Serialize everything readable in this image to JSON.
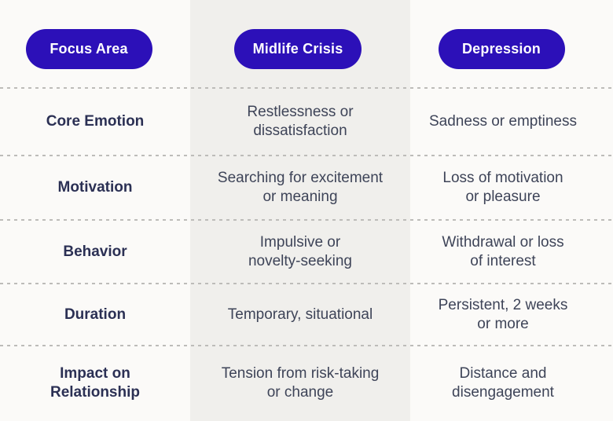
{
  "headers": {
    "focus_area": "Focus Area",
    "midlife_crisis": "Midlife Crisis",
    "depression": "Depression"
  },
  "rows": [
    {
      "label": "Core Emotion",
      "midlife_crisis": "Restlessness or\ndissatisfaction",
      "depression": "Sadness or emptiness"
    },
    {
      "label": "Motivation",
      "midlife_crisis": "Searching for excitement\nor meaning",
      "depression": "Loss of motivation\nor pleasure"
    },
    {
      "label": "Behavior",
      "midlife_crisis": "Impulsive or\nnovelty-seeking",
      "depression": "Withdrawal or loss\nof interest"
    },
    {
      "label": "Duration",
      "midlife_crisis": "Temporary, situational",
      "depression": "Persistent, 2 weeks\nor more"
    },
    {
      "label": "Impact on\nRelationship",
      "midlife_crisis": "Tension from risk-taking\nor change",
      "depression": "Distance and\ndisengagement"
    }
  ],
  "colors": {
    "background": "#fbfaf8",
    "middle_column_band": "#f0efec",
    "pill_background": "#2c10b8",
    "pill_text": "#ffffff",
    "row_label_text": "#2b3054",
    "cell_text": "#3e4458",
    "divider_dash": "#bdbcb9"
  }
}
